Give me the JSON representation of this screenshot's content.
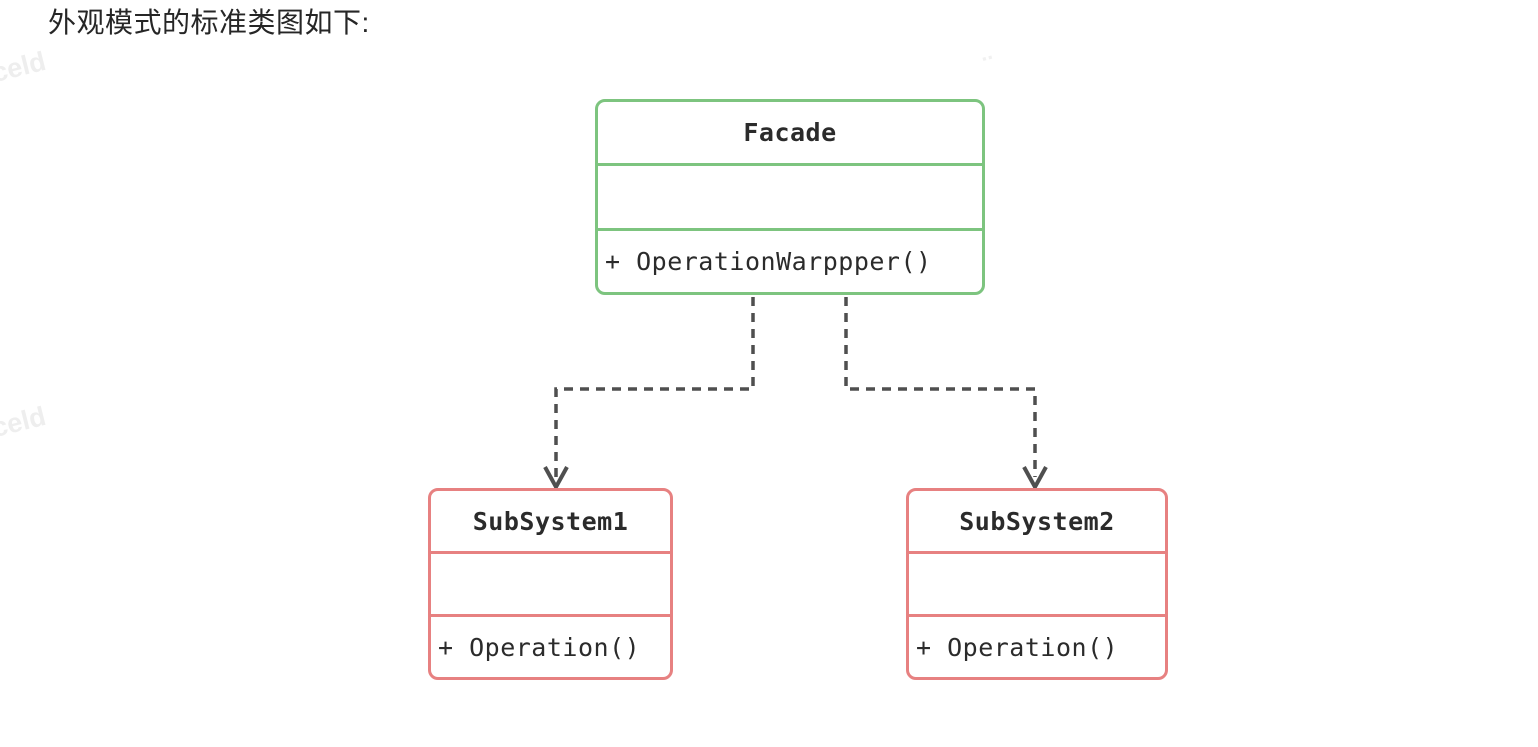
{
  "page": {
    "title": "外观模式的标准类图如下:",
    "background": "#ffffff"
  },
  "watermarks": [
    {
      "text": "celd"
    },
    {
      "text": "celd"
    },
    {
      "text": ".."
    }
  ],
  "diagram": {
    "type": "uml-class-diagram",
    "pattern_name": "Facade pattern standard class diagram",
    "colors": {
      "facade_border": "#7dc47f",
      "subsystem_border": "#e78181",
      "connector": "#4f4f4f",
      "text": "#2b2b2b"
    },
    "classes": [
      {
        "id": "facade",
        "name": "Facade",
        "attributes": [],
        "methods": [
          "+ OperationWarppper()"
        ]
      },
      {
        "id": "subsystem1",
        "name": "SubSystem1",
        "attributes": [],
        "methods": [
          "+ Operation()"
        ]
      },
      {
        "id": "subsystem2",
        "name": "SubSystem2",
        "attributes": [],
        "methods": [
          "+ Operation()"
        ]
      }
    ],
    "relations": [
      {
        "from": "Facade",
        "to": "SubSystem1",
        "style": "dashed-arrow"
      },
      {
        "from": "Facade",
        "to": "SubSystem2",
        "style": "dashed-arrow"
      }
    ]
  }
}
